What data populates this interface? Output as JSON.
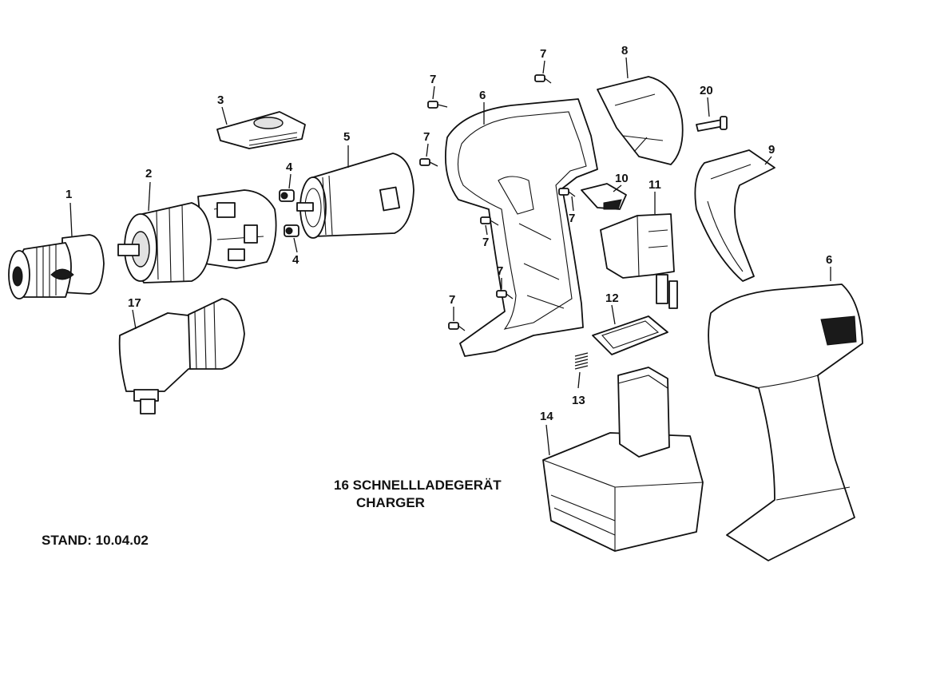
{
  "parts": {
    "p1": "1",
    "p2": "2",
    "p3": "3",
    "p4a": "4",
    "p4b": "4",
    "p5": "5",
    "p6a": "6",
    "p6b": "6",
    "p7a": "7",
    "p7b": "7",
    "p7c": "7",
    "p7d": "7",
    "p7e": "7",
    "p7f": "7",
    "p7g": "7",
    "p8": "8",
    "p9": "9",
    "p10": "10",
    "p11": "11",
    "p12": "12",
    "p13": "13",
    "p14": "14",
    "p17": "17",
    "p20": "20"
  },
  "charger": {
    "line1": "16 SCHNELLLADEGERÄT",
    "line2": "CHARGER"
  },
  "stand": "STAND: 10.04.02"
}
